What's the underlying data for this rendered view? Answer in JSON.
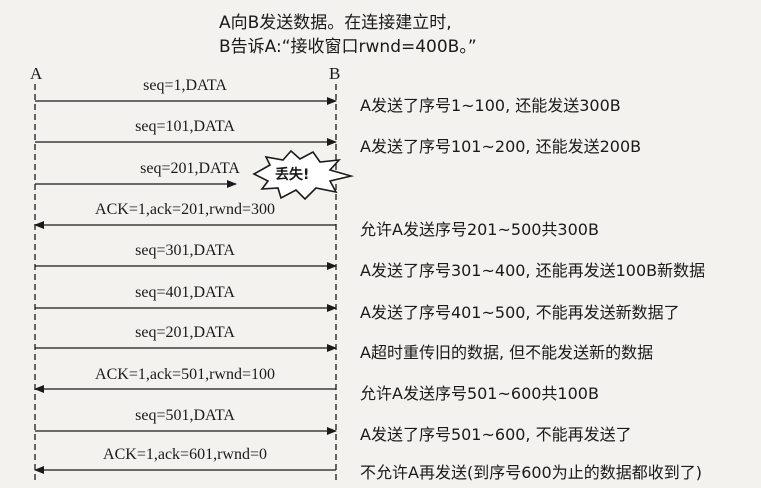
{
  "header": {
    "line1": "A向B发送数据。在连接建立时,",
    "line2": "B告诉A:“接收窗口rwnd=400B。”"
  },
  "endpoints": {
    "a": "A",
    "b": "B"
  },
  "lost_label": "丢失!",
  "messages": [
    {
      "label": "seq=1,DATA",
      "direction": "A-to-B",
      "lost": false,
      "note": "A发送了序号1~100, 还能发送300B"
    },
    {
      "label": "seq=101,DATA",
      "direction": "A-to-B",
      "lost": false,
      "note": "A发送了序号101~200, 还能发送200B"
    },
    {
      "label": "seq=201,DATA",
      "direction": "A-to-B",
      "lost": true,
      "note": ""
    },
    {
      "label": "ACK=1,ack=201,rwnd=300",
      "direction": "B-to-A",
      "lost": false,
      "note": "允许A发送序号201~500共300B"
    },
    {
      "label": "seq=301,DATA",
      "direction": "A-to-B",
      "lost": false,
      "note": "A发送了序号301~400, 还能再发送100B新数据"
    },
    {
      "label": "seq=401,DATA",
      "direction": "A-to-B",
      "lost": false,
      "note": "A发送了序号401~500, 不能再发送新数据了"
    },
    {
      "label": "seq=201,DATA",
      "direction": "A-to-B",
      "lost": false,
      "note": "A超时重传旧的数据, 但不能发送新的数据"
    },
    {
      "label": "ACK=1,ack=501,rwnd=100",
      "direction": "B-to-A",
      "lost": false,
      "note": "允许A发送序号501~600共100B"
    },
    {
      "label": "seq=501,DATA",
      "direction": "A-to-B",
      "lost": false,
      "note": "A发送了序号501~600, 不能再发送了"
    },
    {
      "label": "ACK=1,ack=601,rwnd=0",
      "direction": "B-to-A",
      "lost": false,
      "note": "不允许A再发送(到序号600为止的数据都收到了)"
    }
  ]
}
